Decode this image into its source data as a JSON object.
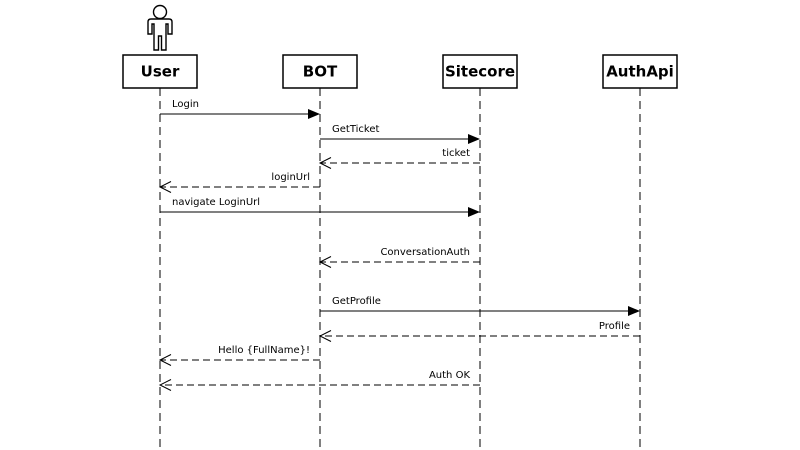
{
  "participants": [
    {
      "id": "user",
      "label": "User",
      "is_actor": true
    },
    {
      "id": "bot",
      "label": "BOT",
      "is_actor": false
    },
    {
      "id": "sitecore",
      "label": "Sitecore",
      "is_actor": false
    },
    {
      "id": "authapi",
      "label": "AuthApi",
      "is_actor": false
    }
  ],
  "messages": [
    {
      "from": "user",
      "to": "bot",
      "label": "Login",
      "type": "sync"
    },
    {
      "from": "bot",
      "to": "sitecore",
      "label": "GetTicket",
      "type": "sync"
    },
    {
      "from": "sitecore",
      "to": "bot",
      "label": "ticket",
      "type": "return"
    },
    {
      "from": "bot",
      "to": "user",
      "label": "loginUrl",
      "type": "return"
    },
    {
      "from": "user",
      "to": "sitecore",
      "label": "navigate LoginUrl",
      "type": "sync"
    },
    {
      "from": "sitecore",
      "to": "bot",
      "label": "ConversationAuth",
      "type": "return"
    },
    {
      "from": "bot",
      "to": "authapi",
      "label": "GetProfile",
      "type": "sync"
    },
    {
      "from": "authapi",
      "to": "bot",
      "label": "Profile",
      "type": "return"
    },
    {
      "from": "bot",
      "to": "user",
      "label": "Hello {FullName}!",
      "type": "return"
    },
    {
      "from": "sitecore",
      "to": "user",
      "label": "Auth OK",
      "type": "return"
    }
  ]
}
